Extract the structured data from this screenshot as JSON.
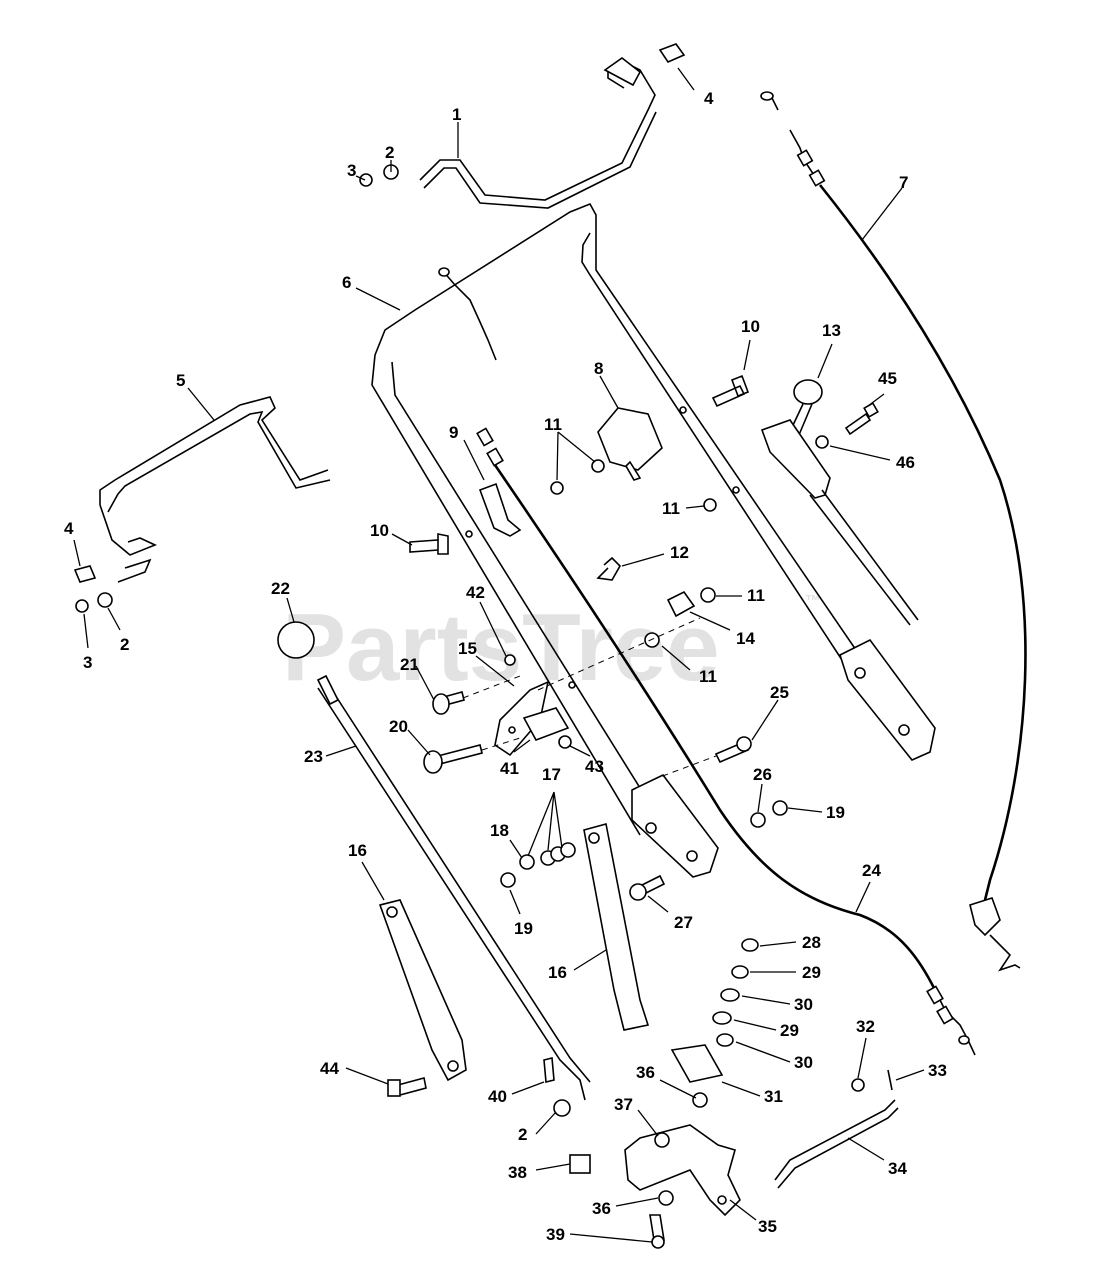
{
  "watermark": {
    "text": "PartsTree",
    "mark": "™"
  },
  "callouts": [
    {
      "id": "c1",
      "label": "1"
    },
    {
      "id": "c2a",
      "label": "2"
    },
    {
      "id": "c3a",
      "label": "3"
    },
    {
      "id": "c4a",
      "label": "4"
    },
    {
      "id": "c7",
      "label": "7"
    },
    {
      "id": "c6",
      "label": "6"
    },
    {
      "id": "c5",
      "label": "5"
    },
    {
      "id": "c10a",
      "label": "10"
    },
    {
      "id": "c13",
      "label": "13"
    },
    {
      "id": "c8",
      "label": "8"
    },
    {
      "id": "c45",
      "label": "45"
    },
    {
      "id": "c11a",
      "label": "11"
    },
    {
      "id": "c9",
      "label": "9"
    },
    {
      "id": "c46",
      "label": "46"
    },
    {
      "id": "c11b",
      "label": "11"
    },
    {
      "id": "c4b",
      "label": "4"
    },
    {
      "id": "c10b",
      "label": "10"
    },
    {
      "id": "c12",
      "label": "12"
    },
    {
      "id": "c22",
      "label": "22"
    },
    {
      "id": "c42",
      "label": "42"
    },
    {
      "id": "c11c",
      "label": "11"
    },
    {
      "id": "c2b",
      "label": "2"
    },
    {
      "id": "c3b",
      "label": "3"
    },
    {
      "id": "c14",
      "label": "14"
    },
    {
      "id": "c15",
      "label": "15"
    },
    {
      "id": "c11d",
      "label": "11"
    },
    {
      "id": "c21",
      "label": "21"
    },
    {
      "id": "c25",
      "label": "25"
    },
    {
      "id": "c20",
      "label": "20"
    },
    {
      "id": "c23",
      "label": "23"
    },
    {
      "id": "c41",
      "label": "41"
    },
    {
      "id": "c43",
      "label": "43"
    },
    {
      "id": "c26",
      "label": "26"
    },
    {
      "id": "c17",
      "label": "17"
    },
    {
      "id": "c19a",
      "label": "19"
    },
    {
      "id": "c18",
      "label": "18"
    },
    {
      "id": "c16a",
      "label": "16"
    },
    {
      "id": "c24",
      "label": "24"
    },
    {
      "id": "c19b",
      "label": "19"
    },
    {
      "id": "c27",
      "label": "27"
    },
    {
      "id": "c28",
      "label": "28"
    },
    {
      "id": "c16b",
      "label": "16"
    },
    {
      "id": "c29a",
      "label": "29"
    },
    {
      "id": "c30a",
      "label": "30"
    },
    {
      "id": "c29b",
      "label": "29"
    },
    {
      "id": "c32",
      "label": "32"
    },
    {
      "id": "c30b",
      "label": "30"
    },
    {
      "id": "c44",
      "label": "44"
    },
    {
      "id": "c36a",
      "label": "36"
    },
    {
      "id": "c33",
      "label": "33"
    },
    {
      "id": "c40",
      "label": "40"
    },
    {
      "id": "c31",
      "label": "31"
    },
    {
      "id": "c37",
      "label": "37"
    },
    {
      "id": "c2c",
      "label": "2"
    },
    {
      "id": "c34",
      "label": "34"
    },
    {
      "id": "c38",
      "label": "38"
    },
    {
      "id": "c36b",
      "label": "36"
    },
    {
      "id": "c35",
      "label": "35"
    },
    {
      "id": "c39",
      "label": "39"
    }
  ]
}
